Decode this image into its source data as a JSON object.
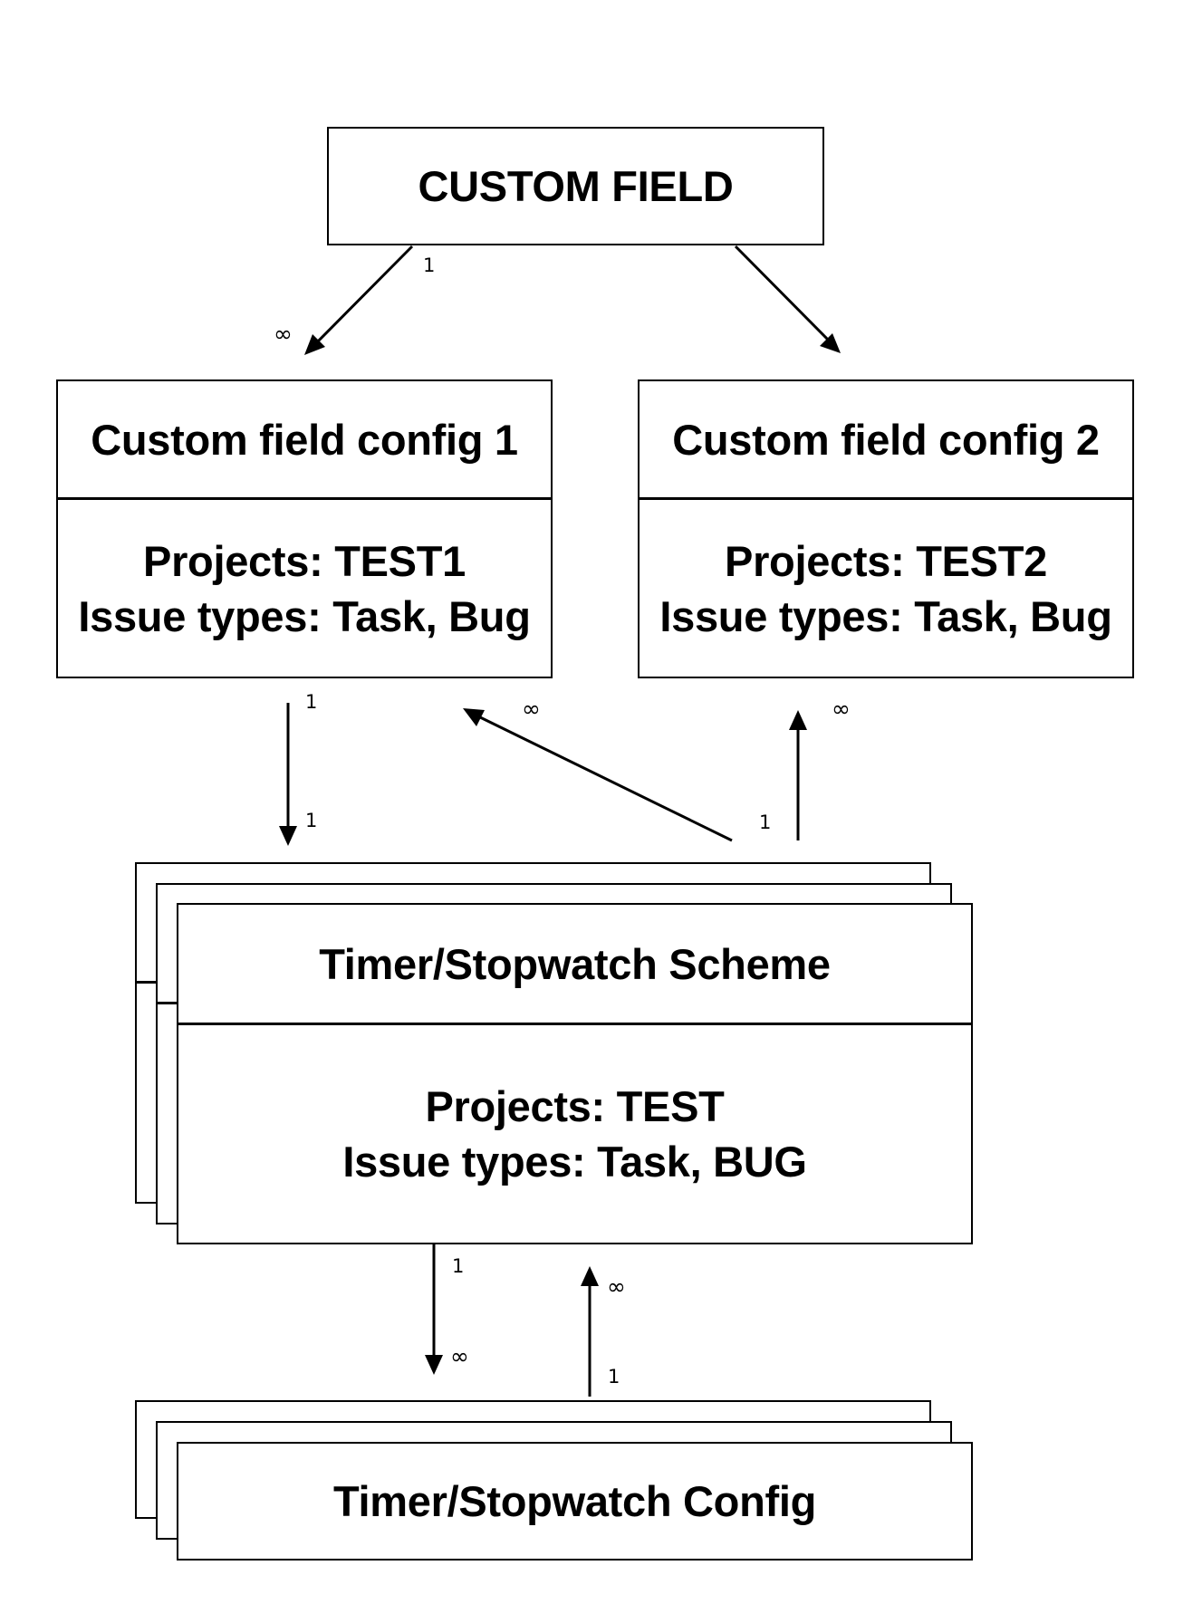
{
  "custom_field": {
    "title": "CUSTOM FIELD"
  },
  "config1": {
    "title": "Custom field config 1",
    "projects": "Projects: TEST1",
    "issue_types": "Issue types: Task, Bug"
  },
  "config2": {
    "title": "Custom field config 2",
    "projects": "Projects: TEST2",
    "issue_types": "Issue types: Task, Bug"
  },
  "scheme": {
    "title": "Timer/Stopwatch Scheme",
    "projects": "Projects: TEST",
    "issue_types": "Issue types: Task, BUG"
  },
  "timer_config": {
    "title": "Timer/Stopwatch Config"
  },
  "multiplicities": {
    "cf_to_config1_source": "1",
    "cf_to_config1_target": "∞",
    "config1_to_scheme_source": "1",
    "config1_to_scheme_target": "1",
    "scheme_to_config1_target": "∞",
    "scheme_to_config1_source": "1",
    "scheme_to_config2_target": "∞",
    "scheme_to_timer_source": "1",
    "scheme_to_timer_target": "∞",
    "timer_to_scheme_target": "∞",
    "timer_to_scheme_source": "1"
  }
}
